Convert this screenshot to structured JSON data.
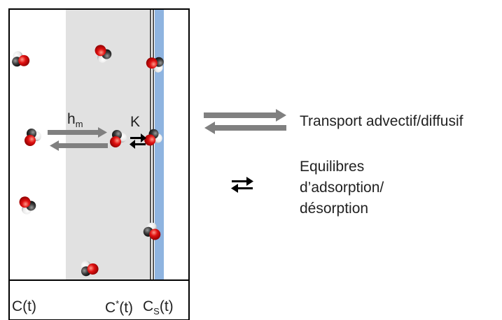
{
  "diagram": {
    "hm_label": "h",
    "hm_subscript": "m",
    "k_label": "K",
    "bottom_labels": {
      "bulk": "C(t)",
      "interface_main": "C",
      "interface_sup": "*",
      "interface_tail": "(t)",
      "surface_main": "C",
      "surface_sub": "S",
      "surface_tail": "(t)"
    }
  },
  "legend": {
    "transport_label": "Transport advectif/diffusif",
    "equilibrium_lines": [
      "Equilibres",
      "d’adsorption/",
      "désorption"
    ]
  },
  "colors": {
    "frame": "#000000",
    "boundary_layer": "#e1e1e1",
    "surface": "#8fb4e0",
    "arrow_gray": "#808080",
    "molecule_red": "#e01010",
    "molecule_dark": "#3a3a3a"
  }
}
